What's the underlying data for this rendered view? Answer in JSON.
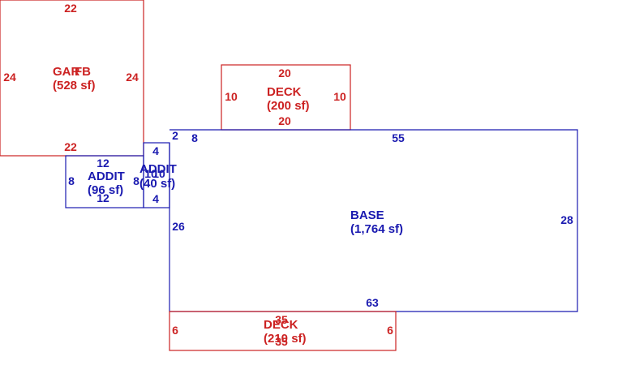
{
  "colors": {
    "red": "#cc2222",
    "blue": "#1a1ab0"
  },
  "garage": {
    "name": "GAR",
    "overlay_name": "FB",
    "area": "(528 sf)",
    "dim_top": "22",
    "dim_bottom": "22",
    "dim_left": "24",
    "dim_right": "24"
  },
  "deck_top": {
    "name": "DECK",
    "area": "(200 sf)",
    "dim_top": "20",
    "dim_bottom": "20",
    "dim_left": "10",
    "dim_right": "10"
  },
  "addit_left": {
    "name": "ADDIT",
    "area": "(96 sf)",
    "dim_top": "12",
    "dim_bottom": "12",
    "dim_left": "8",
    "dim_right": "8"
  },
  "addit_small": {
    "name": "ADDIT",
    "area": "(40 sf)",
    "dim_top": "4",
    "dim_bottom": "4",
    "dim_left": "10",
    "dim_right": "10"
  },
  "base": {
    "name": "BASE",
    "area": "(1,764 sf)",
    "dim_top": "55",
    "dim_bottom": "63",
    "dim_left": "26",
    "dim_right": "28",
    "dim_notch_v": "2",
    "dim_notch_h": "8"
  },
  "deck_bottom": {
    "name": "DECK",
    "area": "(210 sf)",
    "dim_top": "35",
    "dim_bottom": "35",
    "dim_left": "6",
    "dim_right": "6"
  }
}
